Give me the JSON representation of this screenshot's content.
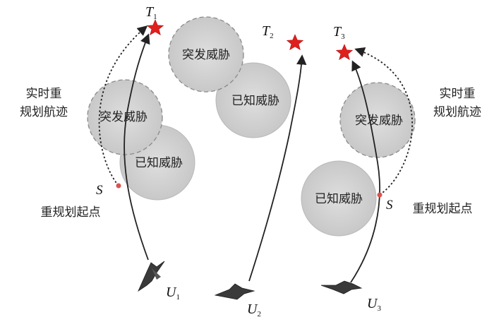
{
  "colors": {
    "threat_fill": "#cfcfcf",
    "threat_stroke": "#b0b0b0",
    "sudden_stroke": "#8a8a8a",
    "path": "#222222",
    "target_star": "#e0201c",
    "start_point": "#d9534f"
  },
  "threats": {
    "known": "已知威胁",
    "sudden": "突发威胁"
  },
  "labels": {
    "replan_track_line1": "实时重",
    "replan_track_line2": "规划航迹",
    "replan_start": "重规划起点",
    "start_symbol": "S"
  },
  "targets": [
    {
      "symbol": "T",
      "sub": "1"
    },
    {
      "symbol": "T",
      "sub": "2"
    },
    {
      "symbol": "T",
      "sub": "3"
    }
  ],
  "uavs": [
    {
      "symbol": "U",
      "sub": "1"
    },
    {
      "symbol": "U",
      "sub": "2"
    },
    {
      "symbol": "U",
      "sub": "3"
    }
  ]
}
